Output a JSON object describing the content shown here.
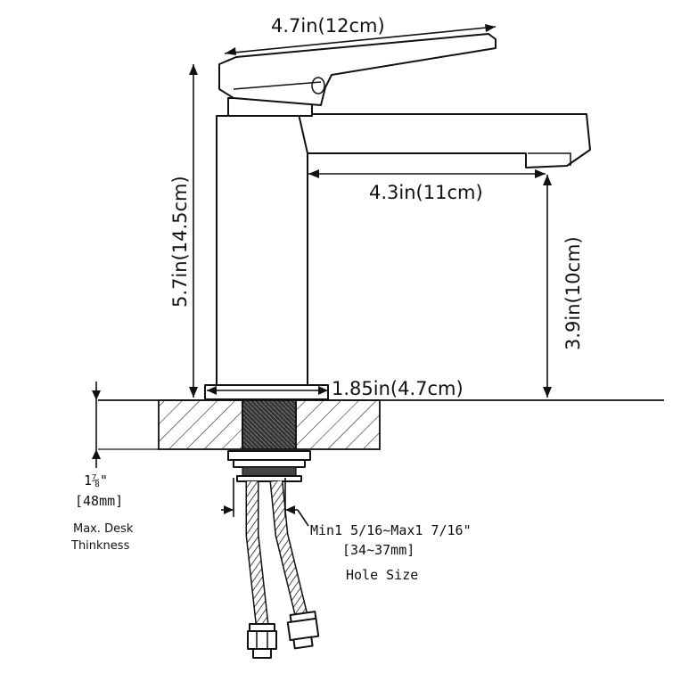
{
  "dimensions": {
    "handle_length": "4.7in(12cm)",
    "total_height": "5.7in(14.5cm)",
    "spout_reach": "4.3in(11cm)",
    "spout_height": "3.9in(10cm)",
    "base_width": "1.85in(4.7cm)"
  },
  "desk": {
    "thickness_fraction": "1⅞\"",
    "thickness_mm": "[48mm]",
    "label_line1": "Max. Desk",
    "label_line2": "Thinkness"
  },
  "hole": {
    "range_in": "Min1 5/16~Max1 7/16\"",
    "range_mm": "[34~37mm]",
    "label": "Hole Size"
  }
}
